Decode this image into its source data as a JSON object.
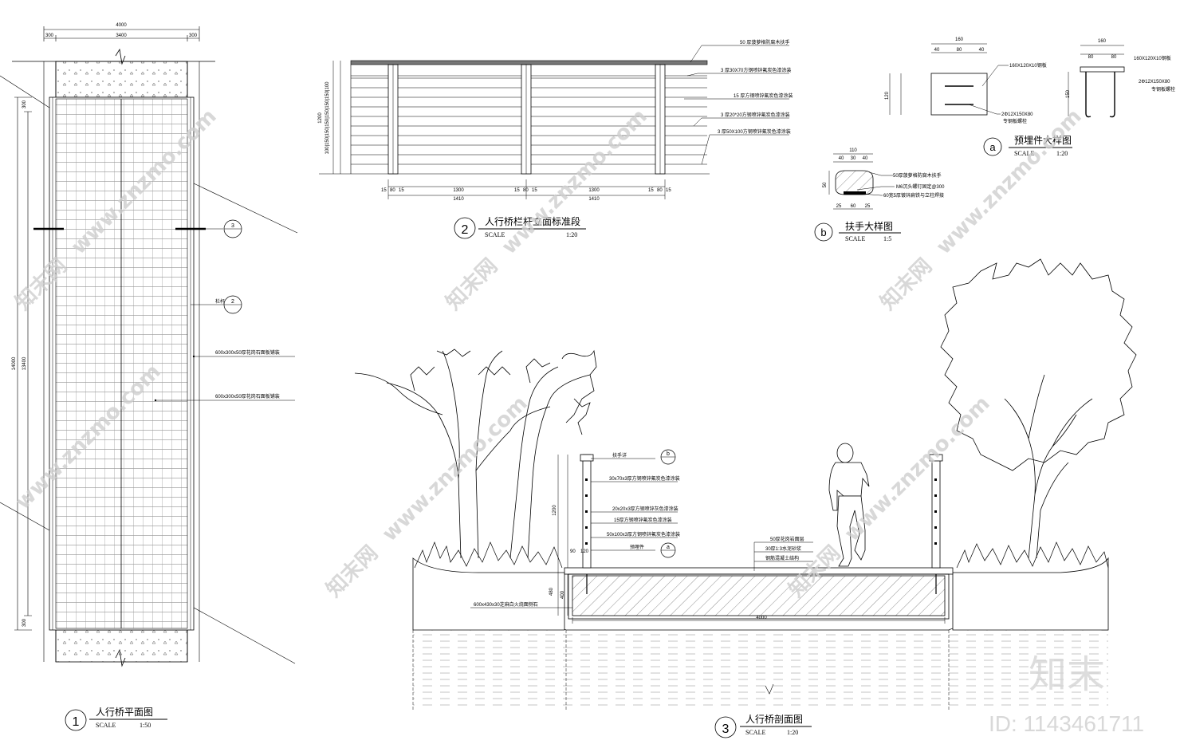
{
  "drawing1": {
    "num": "1",
    "title": "人行桥平面图",
    "scale_label": "SCALE",
    "scale_value": "1:50",
    "dims_top": [
      "300",
      "3400",
      "300"
    ],
    "dim_total": "4000",
    "dim_len_outer": "14000",
    "dim_len_inner": "13400",
    "dim_end_top": "300",
    "dim_end_bottom": "300",
    "callout_3": "3",
    "callout_2": "2",
    "callout_2_label": "栏杆",
    "note_1": "600x300x50厚花岗石面板铺装",
    "note_2": "600x300x50厚花岗石面板铺装"
  },
  "drawing2": {
    "num": "2",
    "title": "人行桥栏杆立面标准段",
    "scale_label": "SCALE",
    "scale_value": "1:20",
    "notes": [
      "50 厚菠萝格防腐木扶手",
      "3 厚30X70方钢喷锌氟炭色漆涂装",
      "15 厚方钢喷锌氟炭色漆涂装",
      "3 厚20*20方钢喷锌氟炭色漆涂装",
      "3 厚50X100方钢喷锌氟炭色漆涂装"
    ],
    "dim_height": "1200",
    "dim_spans": [
      "1300",
      "1300"
    ],
    "dim_totals": [
      "1410",
      "1410"
    ],
    "dim_post": [
      "15",
      "80",
      "15"
    ]
  },
  "detail_a": {
    "letter": "a",
    "title": "预埋件大样图",
    "scale_label": "SCALE",
    "scale_value": "1:20",
    "dim_top": "160",
    "dim_parts": [
      "40",
      "80",
      "40"
    ],
    "dim_side": "120",
    "note_1": "160X120X10钢板",
    "note_2": "2Φ12X150X80",
    "note_3": "专钢板螺栓"
  },
  "detail_a2": {
    "dim_top": "160",
    "dim_parts": [
      "80",
      "80"
    ],
    "dim_side": "150",
    "note_1": "160X120X10钢板",
    "note_2": "2Φ12X150X80",
    "note_3": "专钢板螺栓"
  },
  "detail_b": {
    "letter": "b",
    "title": "扶手大样图",
    "scale_label": "SCALE",
    "scale_value": "1:5",
    "dim_top": "110",
    "dim_parts": [
      "40",
      "30",
      "40"
    ],
    "dim_side": "50",
    "dim_bottom": [
      "25",
      "60",
      "25"
    ],
    "note_1": "50厚菠萝格防腐木扶手",
    "note_2": "M6沉头螺钉固定@300",
    "note_3": "60宽5厚镀锌扁铁与立柱焊接"
  },
  "drawing3": {
    "num": "3",
    "title": "人行桥剖面图",
    "scale_label": "SCALE",
    "scale_value": "1:20",
    "width_dim": "4000",
    "dim_1200": "1200",
    "dim_480": "480",
    "dim_400": "400",
    "dim_90": "90",
    "dim_120": "120",
    "notes_left": [
      "扶手详",
      "30x70x3厚方钢喷锌氟炭色漆涂装",
      "20x20x3厚方钢喷锌灰色漆涂装",
      "15厚方钢喷锌氟炭色漆涂装",
      "50x100x3厚方钢喷锌氟炭色漆涂装",
      "预埋件"
    ],
    "callout_b": "b",
    "callout_a": "a",
    "notes_right": [
      "50厚花岗岩面层",
      "30厚1:3水泥砂浆",
      "钢筋混凝土结构"
    ],
    "base_note": "600x430x30芝麻白火烧面侧石"
  },
  "watermark": {
    "site": "www.znzmo.com",
    "brand": "知末网",
    "logo": "知末",
    "id": "ID: 1143461711"
  }
}
